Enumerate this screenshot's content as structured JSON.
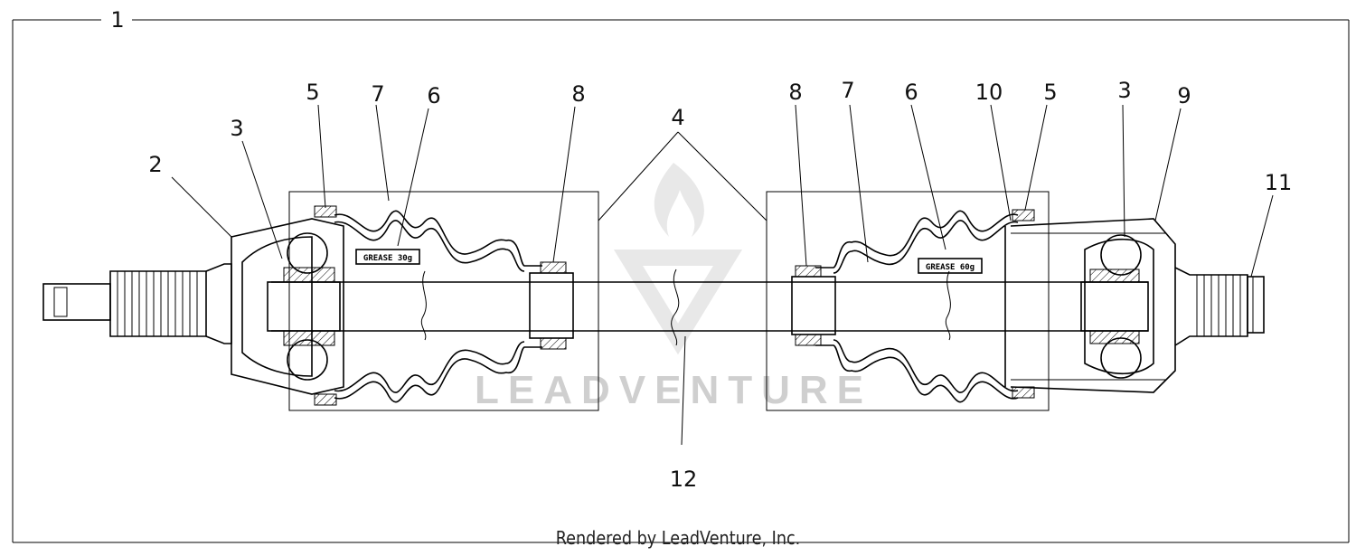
{
  "diagram": {
    "callouts": {
      "assembly": "1",
      "outer_housing": "2",
      "left_bearing": "3",
      "boot_left_label": "4",
      "left_big_clamp": "5",
      "left_grease_label": "6",
      "left_boot": "7",
      "left_small_clamp": "8",
      "right_small_clamp": "8",
      "right_boot": "7",
      "right_grease_label": "6",
      "right_ring": "10",
      "right_big_clamp": "5",
      "right_bearing": "3",
      "inner_housing": "9",
      "right_spline": "11",
      "shaft": "12"
    },
    "grease_left": "GREASE 30g",
    "grease_right": "GREASE 60g",
    "watermark": "LEADVENTURE"
  },
  "footer": {
    "text": "Rendered by LeadVenture, Inc."
  },
  "colors": {
    "line": "#000000",
    "watermark": "#cfcfcf"
  }
}
